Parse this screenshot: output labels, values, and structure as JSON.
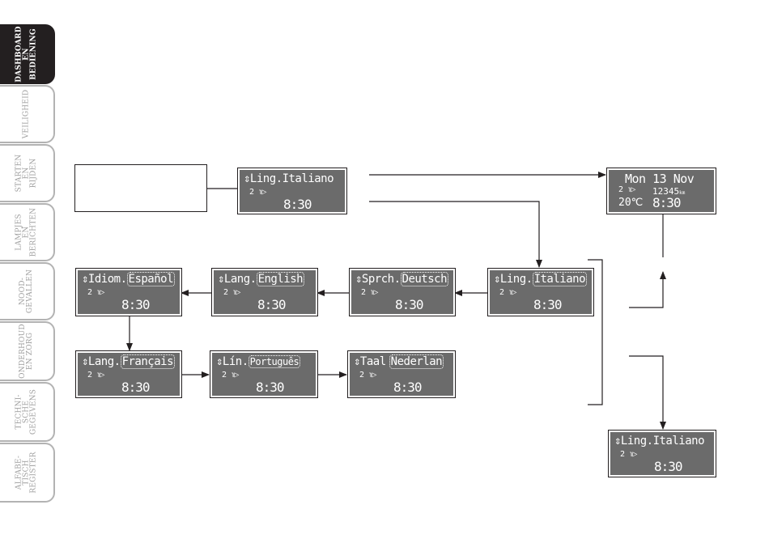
{
  "sidebar": {
    "tabs": [
      {
        "label": "DASHBOARD\nEN\nBEDIENING",
        "active": true
      },
      {
        "label": "VEILIGHEID",
        "active": false
      },
      {
        "label": "STARTEN\nEN RIJDEN",
        "active": false
      },
      {
        "label": "LAMPJES EN\nBERICHTEN",
        "active": false
      },
      {
        "label": "NOOD-\nGEVALLEN",
        "active": false
      },
      {
        "label": "ONDERHOUD\nEN ZORG",
        "active": false
      },
      {
        "label": "TECHNI-\nSCHE\nGEGEVENS",
        "active": false
      },
      {
        "label": "ALFABE-\nTISCH\nREGISTER",
        "active": false
      }
    ]
  },
  "displays": {
    "top": {
      "prefix": "⇕Ling.",
      "value": "Italiano",
      "sub": "2 ℩▷",
      "time": "8:30"
    },
    "standby": {
      "date": "Mon 13 Nov",
      "sub": "2 ℩▷",
      "odo": "12345",
      "odo_unit": "km",
      "temp": "20℃",
      "time": "8:30"
    },
    "italiano": {
      "prefix": "⇕Ling.",
      "value": "Italiano",
      "sub": "2 ℩▷",
      "time": "8:30"
    },
    "deutsch": {
      "prefix": "⇕Sprch.",
      "value": "Deutsch",
      "sub": "2 ℩▷",
      "time": "8:30"
    },
    "english": {
      "prefix": "⇕Lang.",
      "value": "English",
      "sub": "2 ℩▷",
      "time": "8:30"
    },
    "espanol": {
      "prefix": "⇕Idiom.",
      "value": "Español",
      "sub": "2 ℩▷",
      "time": "8:30"
    },
    "francais": {
      "prefix": "⇕Lang.",
      "value": "Français",
      "sub": "2 ℩▷",
      "time": "8:30"
    },
    "portugues": {
      "prefix": "⇕Lín.",
      "value": "Português",
      "sub": "2 ℩▷",
      "time": "8:30"
    },
    "nederlands": {
      "prefix": "⇕Taal",
      "value": "Nederlan",
      "sub": "2 ℩▷",
      "time": "8:30"
    },
    "result": {
      "prefix": "⇕Ling.",
      "value": "Italiano",
      "sub": "2 ℩▷",
      "time": "8:30"
    }
  }
}
